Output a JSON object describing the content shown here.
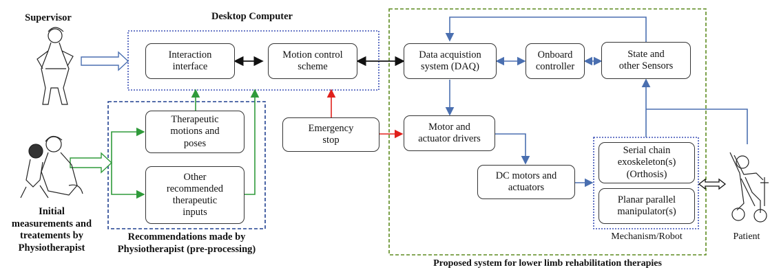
{
  "labels": {
    "supervisor": "Supervisor",
    "desktop": "Desktop Computer",
    "physio_initial": "Initial\nmeasurements and\ntreatements by\nPhysiotherapist",
    "recommendations": "Recommendations made by\nPhysiotherapist (pre-processing)",
    "proposed": "Proposed system for lower limb rehabilitation therapies",
    "mechanism": "Mechanism/Robot",
    "patient": "Patient"
  },
  "boxes": {
    "interaction": "Interaction\ninterface",
    "motion_control": "Motion control\nscheme",
    "therapeutic_motions": "Therapeutic\nmotions and\nposes",
    "other_inputs": "Other\nrecommended\ntherapeutic\ninputs",
    "emergency": "Emergency\nstop",
    "daq": "Data acquistion\nsystem (DAQ)",
    "onboard": "Onboard\ncontroller",
    "state_sensors": "State and\nother Sensors",
    "motor_drivers": "Motor and\nactuator drivers",
    "dc_motors": "DC motors and\nactuators",
    "exoskeleton": "Serial chain\nexoskeleton(s)\n(Orthosis)",
    "planar": "Planar parallel\nmanipulator(s)"
  },
  "colors": {
    "blue": "#4a6fb0",
    "green": "#2f9a3a",
    "red": "#e0201b",
    "black": "#111111",
    "desktop_border": "#3a4fb5",
    "recommend_border": "#1f3f8f",
    "proposed_border": "#5c8a1e"
  }
}
